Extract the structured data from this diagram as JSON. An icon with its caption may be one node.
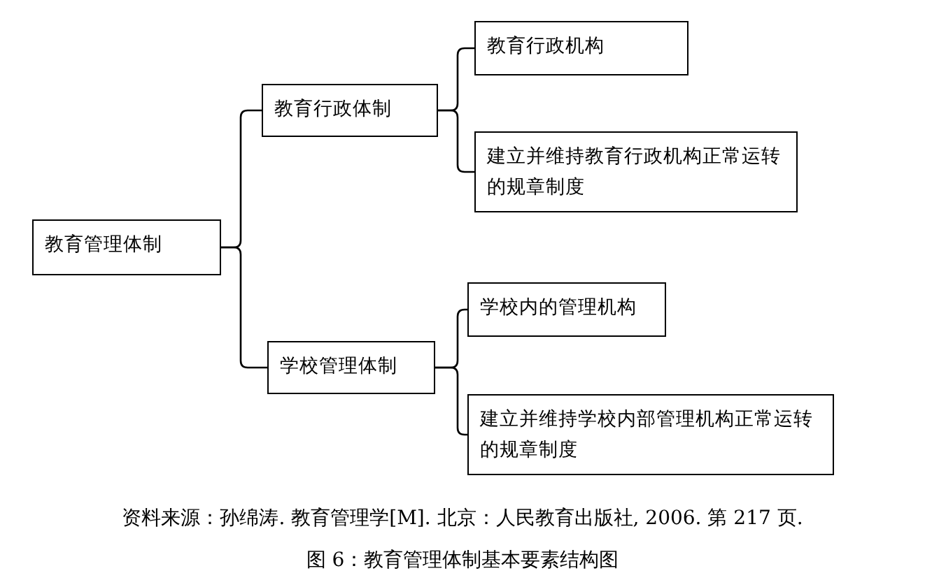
{
  "diagram": {
    "caption": "图 6：教育管理体制基本要素结构图",
    "nodes": [
      {
        "text": [
          "教育管理体制"
        ]
      },
      {
        "text": [
          "教育行政体制"
        ]
      },
      {
        "text": [
          "学校管理体制"
        ]
      },
      {
        "text": [
          "教育行政机构"
        ]
      },
      {
        "text": [
          "建立并维持教育行政机构正常运转的规章制度"
        ]
      },
      {
        "text": [
          "学校内的管理机构"
        ]
      },
      {
        "text": [
          "建立并维持学校内部管理机构正常运转的规章制度"
        ]
      }
    ],
    "edges": [
      {
        "from": 0,
        "to": 1,
        "arrow": "none"
      },
      {
        "from": 0,
        "to": 2,
        "arrow": "none"
      },
      {
        "from": 1,
        "to": 3,
        "arrow": "none"
      },
      {
        "from": 1,
        "to": 4,
        "arrow": "none"
      },
      {
        "from": 2,
        "to": 5,
        "arrow": "none"
      },
      {
        "from": 2,
        "to": 6,
        "arrow": "none"
      }
    ],
    "labels": [
      "资料来源：孙绵涛. 教育管理学[M]. 北京：人民教育出版社, 2006. 第 217 页."
    ]
  }
}
